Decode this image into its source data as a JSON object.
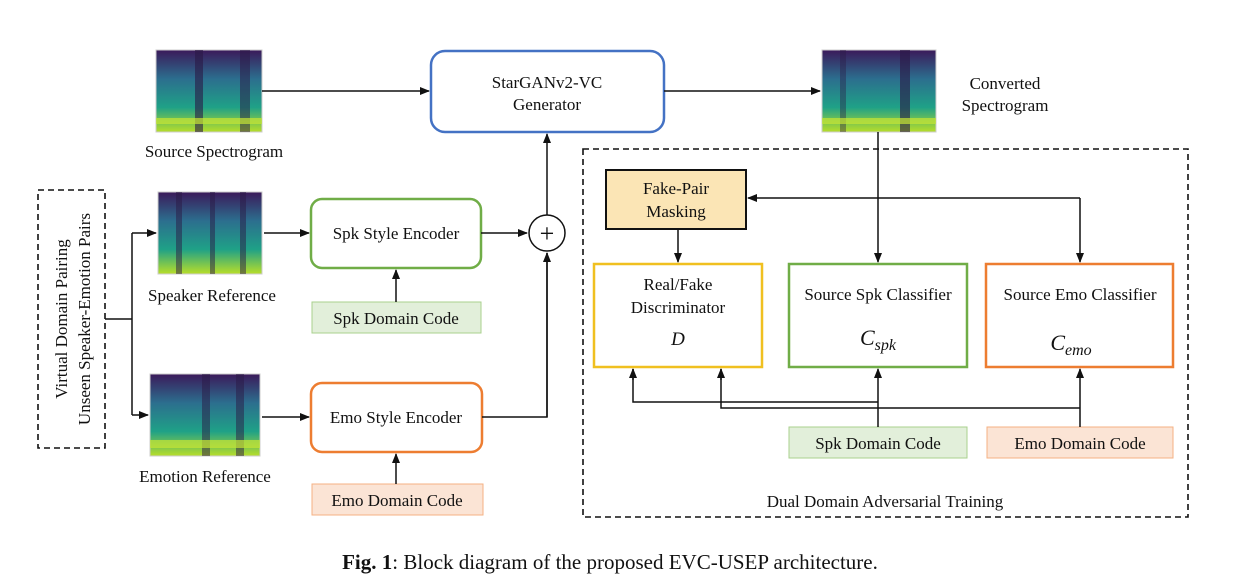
{
  "spectrograms": {
    "source": "Source Spectrogram",
    "converted_line1": "Converted",
    "converted_line2": "Spectrogram",
    "speaker": "Speaker Reference",
    "emotion": "Emotion Reference"
  },
  "virtual_box": {
    "line1": "Virtual Domain Pairing",
    "line2": "Unseen Speaker-Emotion Pairs"
  },
  "generator": {
    "line1": "StarGANv2-VC",
    "line2": "Generator"
  },
  "encoders": {
    "spk": "Spk Style Encoder",
    "emo": "Emo Style Encoder",
    "spk_code": "Spk Domain Code",
    "emo_code": "Emo Domain Code"
  },
  "sum_symbol": "+",
  "adversarial": {
    "masking_line1": "Fake-Pair",
    "masking_line2": "Masking",
    "disc_line1": "Real/Fake",
    "disc_line2": "Discriminator",
    "disc_symbol": "D",
    "spk_classifier": "Source Spk Classifier",
    "spk_symbol_main": "C",
    "spk_symbol_sub": "spk",
    "emo_classifier": "Source Emo Classifier",
    "emo_symbol_main": "C",
    "emo_symbol_sub": "emo",
    "spk_code": "Spk Domain Code",
    "emo_code": "Emo Domain Code",
    "title": "Dual Domain Adversarial Training"
  },
  "caption": {
    "bold": "Fig. 1",
    "rest": ": Block diagram of the proposed EVC-USEP architecture."
  },
  "colors": {
    "generator_border": "#4472c4",
    "encoder_spk_border": "#70ad47",
    "encoder_emo_border": "#ed7d31",
    "disc_border": "#f0c020",
    "masking_fill": "#fbe5b5",
    "spk_code_fill": "#e2efda",
    "emo_code_fill": "#fbe4d5"
  }
}
